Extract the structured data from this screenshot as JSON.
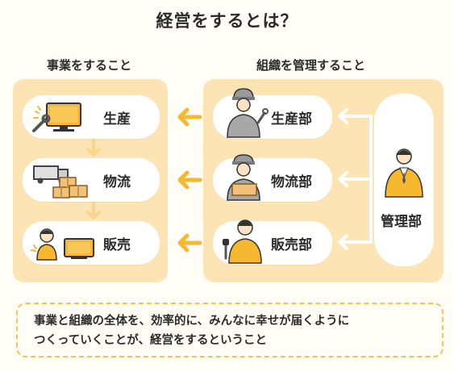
{
  "title": "経営をするとは？",
  "business": {
    "heading": "事業をすること",
    "steps": [
      {
        "label": "生産",
        "icon": "tv-with-wrench-icon"
      },
      {
        "label": "物流",
        "icon": "delivery-truck-boxes-icon"
      },
      {
        "label": "販売",
        "icon": "sales-clerk-tv-icon"
      }
    ]
  },
  "organization": {
    "heading": "組織を管理すること",
    "departments": [
      {
        "label": "生産部",
        "icon": "factory-worker-icon"
      },
      {
        "label": "物流部",
        "icon": "delivery-worker-icon"
      },
      {
        "label": "販売部",
        "icon": "sales-staff-icon"
      }
    ],
    "management": {
      "label": "管理部",
      "icon": "manager-icon"
    }
  },
  "summary": {
    "line1": "事業と組織の全体を、効率的に、みんなに幸せが届くように",
    "line2": "つくっていくことが、経営をするということ"
  },
  "colors": {
    "panel": "#fce4b4",
    "arrow_orange": "#f5b82e",
    "arrow_light": "#fad48a",
    "connector_white": "#ffffff",
    "dashed_border": "#f5c24c"
  }
}
